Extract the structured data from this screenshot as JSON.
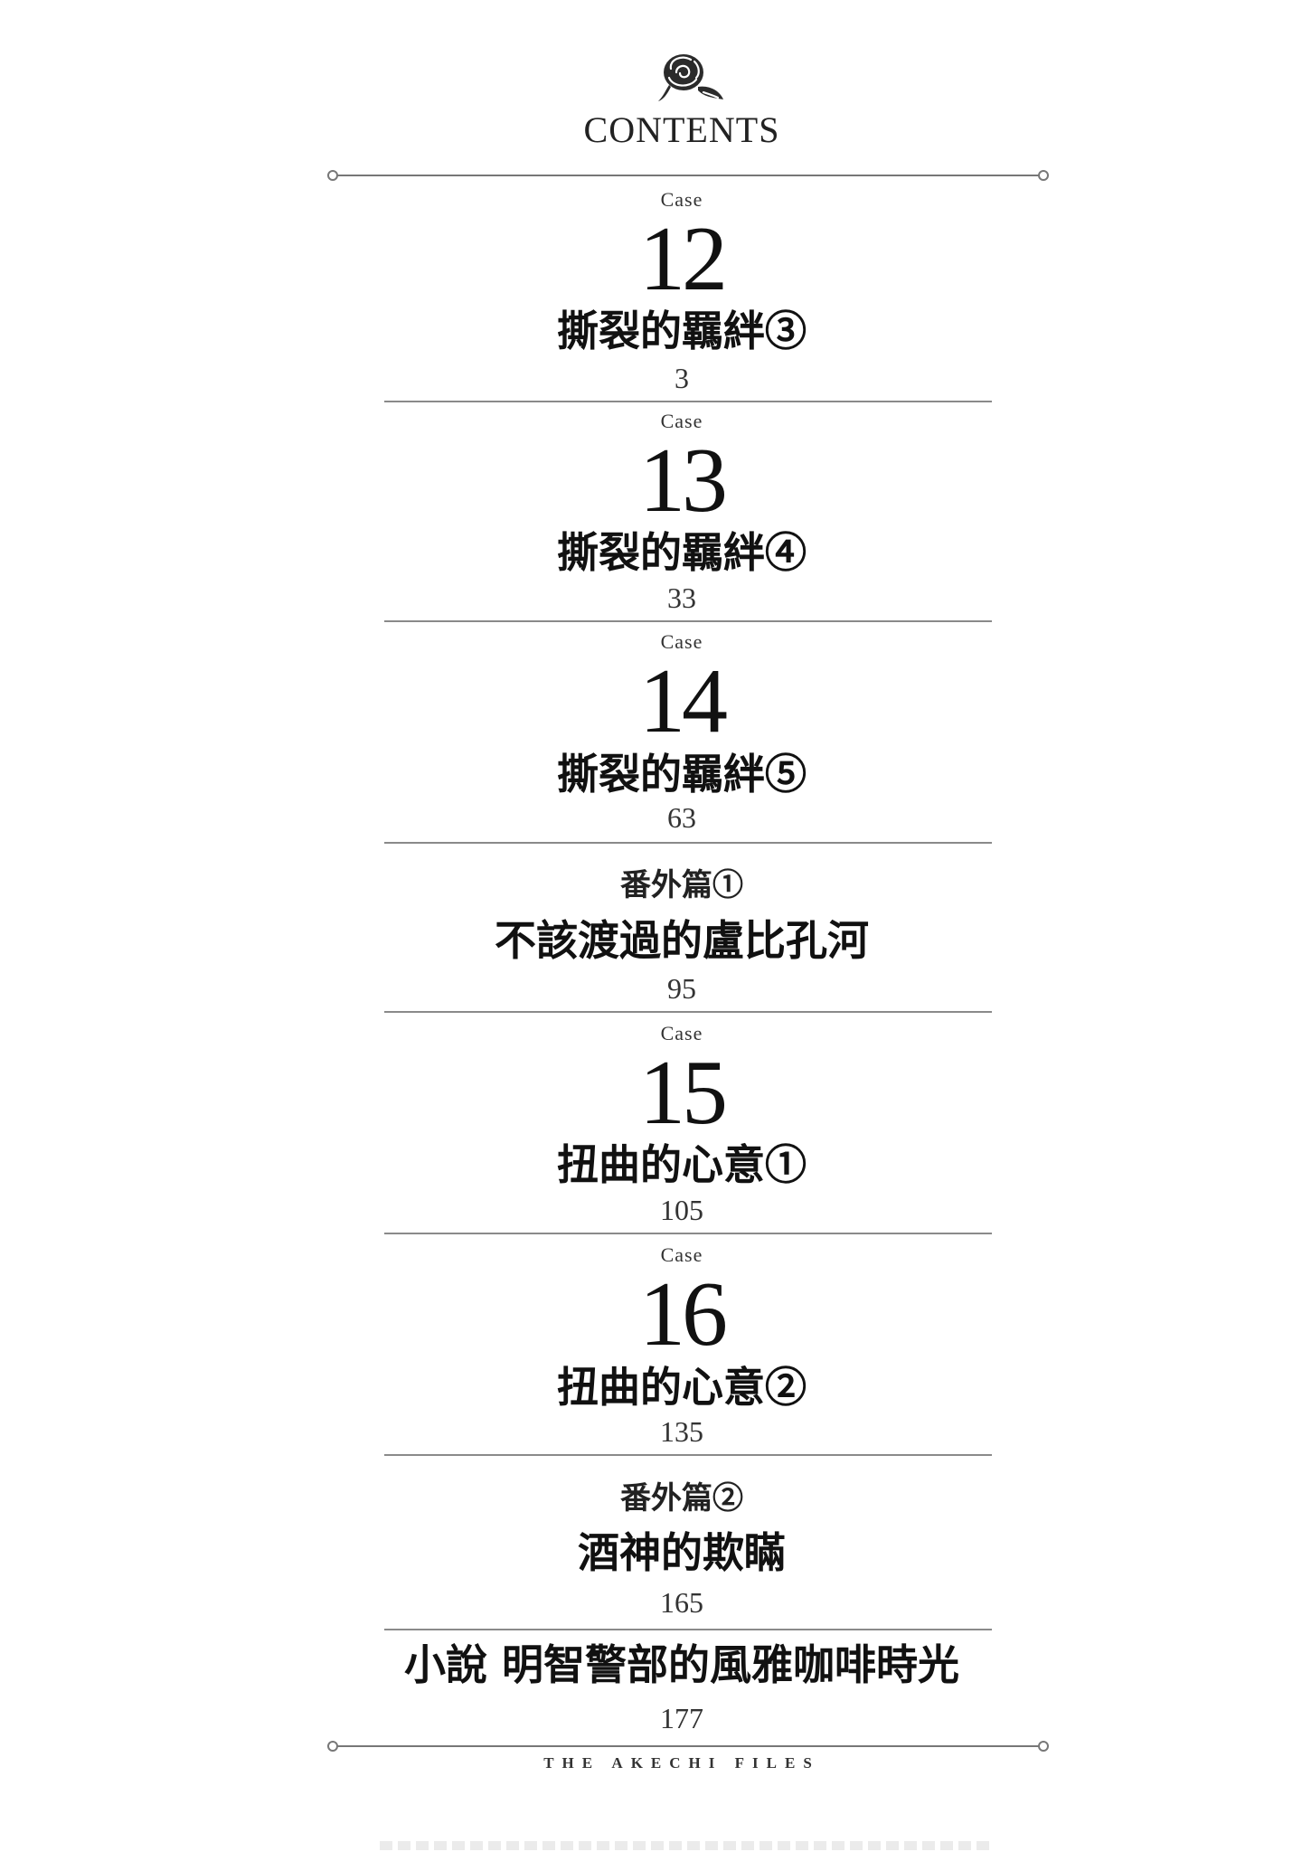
{
  "header": {
    "title": "CONTENTS",
    "icon": "rose-icon"
  },
  "entries": [
    {
      "label": "Case",
      "number": "12",
      "title": "撕裂的羈絆③",
      "page": "3"
    },
    {
      "label": "Case",
      "number": "13",
      "title": "撕裂的羈絆④",
      "page": "33"
    },
    {
      "label": "Case",
      "number": "14",
      "title": "撕裂的羈絆⑤",
      "page": "63"
    },
    {
      "label": "番外篇①",
      "title": "不該渡過的盧比孔河",
      "page": "95"
    },
    {
      "label": "Case",
      "number": "15",
      "title": "扭曲的心意①",
      "page": "105"
    },
    {
      "label": "Case",
      "number": "16",
      "title": "扭曲的心意②",
      "page": "135"
    },
    {
      "label": "番外篇②",
      "title": "酒神的欺瞞",
      "page": "165"
    },
    {
      "title": "小說 明智警部的風雅咖啡時光",
      "page": "177"
    }
  ],
  "footer": {
    "text": "THE AKECHI FILES"
  }
}
